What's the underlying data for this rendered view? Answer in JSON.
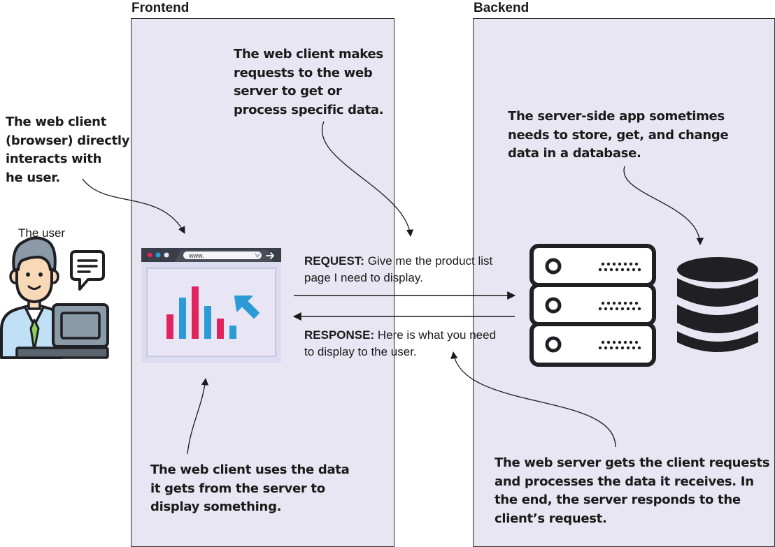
{
  "panels": {
    "frontend": {
      "title": "Frontend"
    },
    "backend": {
      "title": "Backend"
    }
  },
  "user": {
    "label": "The user"
  },
  "browser": {
    "address_text": "www."
  },
  "messages": {
    "request": {
      "label": "REQUEST:",
      "text": " Give me the product list\npage I need to display."
    },
    "response": {
      "label": "RESPONSE:",
      "text": " Here is what you need\nto display to the user."
    }
  },
  "notes": {
    "client_interacts": "The web client\n(browser) directly\ninteracts with\nhe user.",
    "client_requests": "The web client makes\nrequests to the web\nserver to get or\nprocess specific data.",
    "server_db": "The server-side app sometimes\nneeds to store, get, and change\ndata in a database.",
    "client_display": "The web client uses the data\nit gets from the server to\ndisplay something.",
    "server_processes": "The web server gets the client requests\nand processes the data it receives. In\nthe end, the server responds to the\nclient’s request."
  },
  "colors": {
    "panel_fill": "#e8e6f2",
    "bar_pink": "#e0245e",
    "bar_blue": "#2b9bd6",
    "cursor_blue": "#2b9bd6",
    "icon_dark": "#1f1f24"
  },
  "icons": {
    "user": "user-at-computer-icon",
    "chat": "chat-bubble-icon",
    "browser": "browser-window-icon",
    "server": "server-rack-icon",
    "database": "database-icon"
  }
}
